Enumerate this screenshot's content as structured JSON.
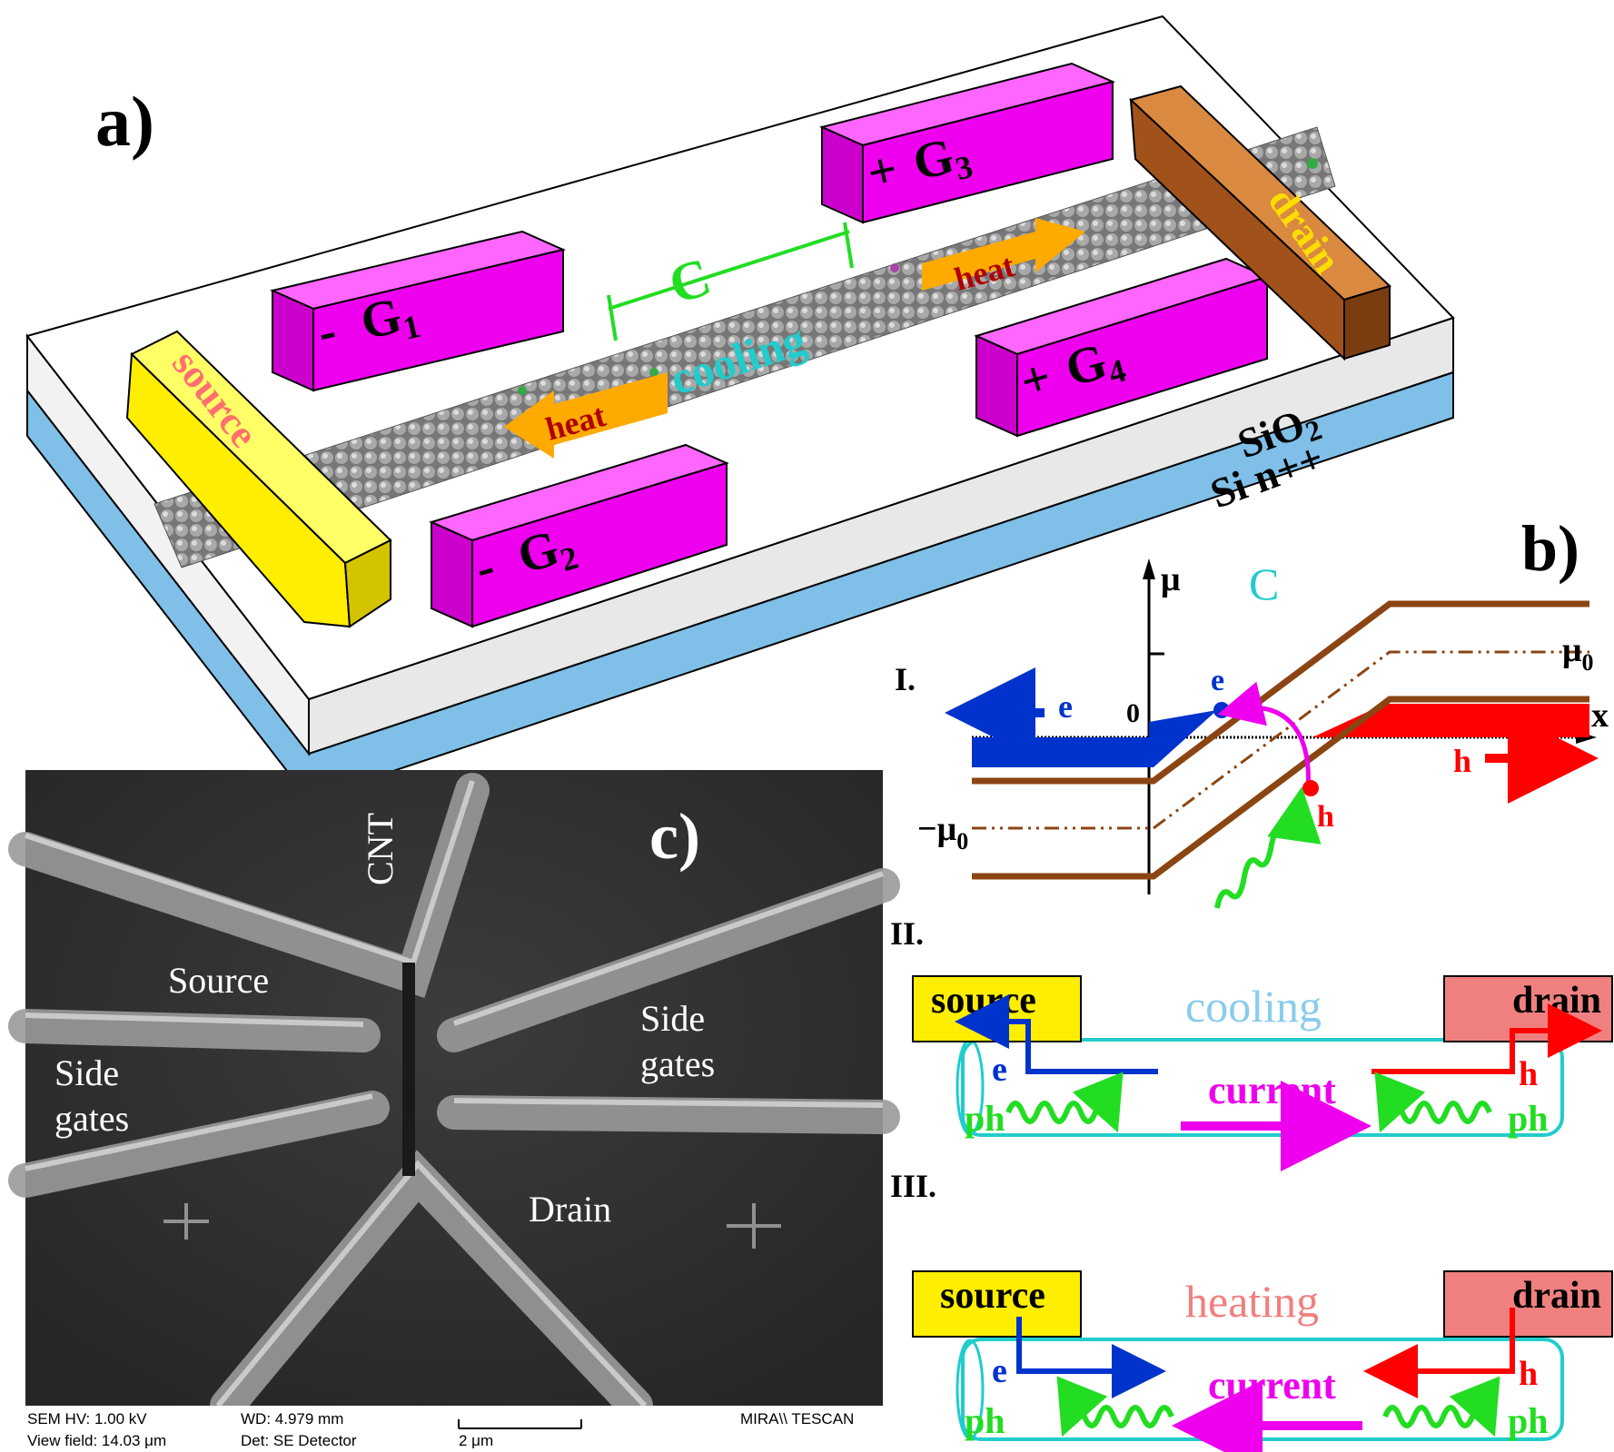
{
  "panel_a": {
    "label": "a)",
    "source": "source",
    "drain": "drain",
    "gates": [
      {
        "sign": "-",
        "letter": "G",
        "sub": "1"
      },
      {
        "sign": "-",
        "letter": "G",
        "sub": "2"
      },
      {
        "sign": "+",
        "letter": "G",
        "sub": "3"
      },
      {
        "sign": "+",
        "letter": "G",
        "sub": "4"
      }
    ],
    "c_label": "C",
    "cooling": "cooling",
    "heat_left": "heat",
    "heat_right": "heat",
    "sio2": "SiO",
    "sio2_sub": "2",
    "si": "Si n++",
    "colors": {
      "gate": "#ee00ee",
      "source": "#ffee00",
      "drain": "#b8651b",
      "si": "#7fbfe8",
      "cooling": "#22cccc",
      "c_label": "#22dd22",
      "heat_arrow": "#ffaa00",
      "heat_text": "#b00000"
    }
  },
  "panel_b": {
    "label": "b)",
    "mu_axis": "μ",
    "c_label": "C",
    "x_axis": "x",
    "zero": "0",
    "mu0": "μ",
    "mu0_sub": "0",
    "neg_mu0": "−μ",
    "neg_mu0_sub": "0",
    "roman_1": "I.",
    "roman_2": "II.",
    "roman_3": "III.",
    "e_left": "e",
    "e_top": "e",
    "h_mid": "h",
    "h_right": "h",
    "colors": {
      "band": "#8b4513",
      "electron": "#0033cc",
      "hole": "#ff0000",
      "jump": "#ee00ee",
      "phonon": "#22dd22"
    }
  },
  "panel_b2": {
    "source": "source",
    "drain": "drain",
    "mode": "cooling",
    "current": "current",
    "e": "e",
    "h": "h",
    "ph_left": "ph",
    "ph_right": "ph"
  },
  "panel_b3": {
    "source": "source",
    "drain": "drain",
    "mode": "heating",
    "current": "current",
    "e": "e",
    "h": "h",
    "ph_left": "ph",
    "ph_right": "ph"
  },
  "panel_c": {
    "label": "c)",
    "cnt": "CNT",
    "source": "Source",
    "side_gates_left_1": "Side",
    "side_gates_left_2": "gates",
    "side_gates_right_1": "Side",
    "side_gates_right_2": "gates",
    "drain": "Drain",
    "footer": {
      "hv": "SEM HV: 1.00 kV",
      "wd": "WD: 4.979 mm",
      "brand": "MIRA\\\\ TESCAN",
      "view": "View field: 14.03 μm",
      "det": "Det: SE Detector",
      "scale": "2 μm"
    }
  }
}
